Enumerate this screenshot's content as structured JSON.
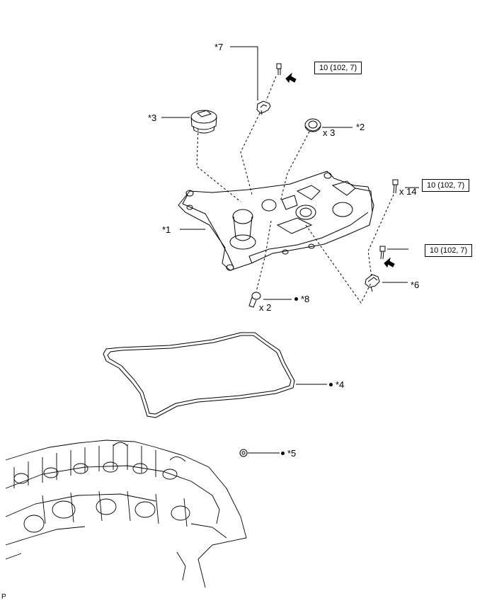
{
  "callouts": {
    "c1": "*1",
    "c2": "*2",
    "c3": "*3",
    "c4": "*4",
    "c5": "*5",
    "c6": "*6",
    "c7": "*7",
    "c8": "*8"
  },
  "quantities": {
    "q2": "x 3",
    "q14": "x 14",
    "q8": "x 2"
  },
  "torque": {
    "t1": "10 (102, 7)",
    "t2": "10 (102, 7)",
    "t3": "10 (102, 7)"
  },
  "corner_mark": "P"
}
